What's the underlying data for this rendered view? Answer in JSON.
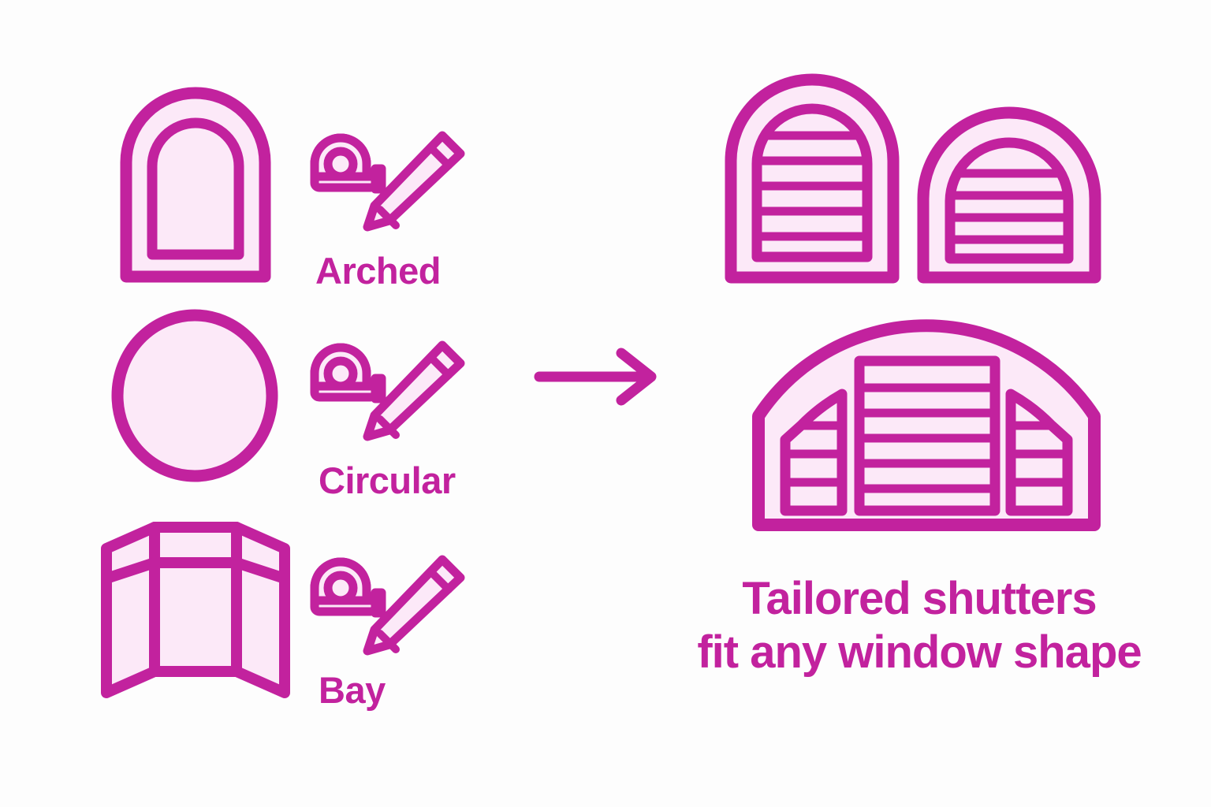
{
  "meta": {
    "title": "Tailored shutters fit any window shape",
    "background_color": "#fdfdfd",
    "stroke_color": "#C2229E",
    "fill_color": "#FCE9F8"
  },
  "left_column": {
    "items": [
      {
        "label": "Arched",
        "shape_icon": "arched-window-icon",
        "tool_icons": [
          "tape-measure-icon",
          "pencil-icon"
        ]
      },
      {
        "label": "Circular",
        "shape_icon": "circular-window-icon",
        "tool_icons": [
          "tape-measure-icon",
          "pencil-icon"
        ]
      },
      {
        "label": "Bay",
        "shape_icon": "bay-window-icon",
        "tool_icons": [
          "tape-measure-icon",
          "pencil-icon"
        ]
      }
    ]
  },
  "connector": {
    "icon": "right-arrow-icon"
  },
  "right_column": {
    "shutters": [
      {
        "name": "arched-shutter-tall",
        "louver_count": 6
      },
      {
        "name": "arched-shutter-round",
        "louver_count": 5
      },
      {
        "name": "segmental-arch-shutter-wide",
        "panel_count": 3
      }
    ],
    "headline": {
      "line1": "Tailored shutters",
      "line2": "fit any window shape"
    }
  }
}
